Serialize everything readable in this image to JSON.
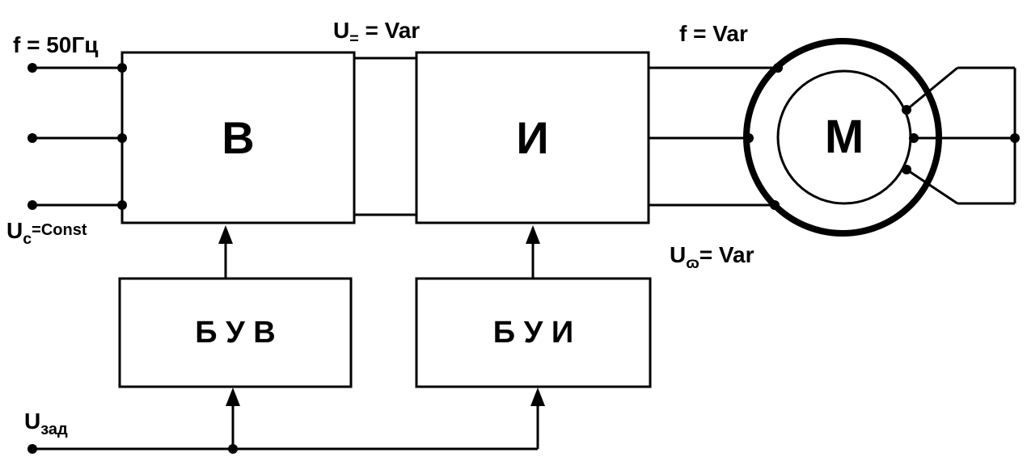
{
  "blocks": {
    "rectifier": "В",
    "inverter": "И",
    "motor": "М",
    "rectifier_control": "Б У В",
    "inverter_control": "Б У И"
  },
  "labels": {
    "supply_freq": "f = 50Гц",
    "supply_voltage_main": "U",
    "supply_voltage_sub": "c",
    "supply_voltage_value": "=Const",
    "dc_voltage_main": "U",
    "dc_voltage_sub": "=",
    "dc_voltage_value": " = Var",
    "output_freq": "f = Var",
    "output_voltage_main": "U",
    "output_voltage_sub": "ɷ",
    "output_voltage_value": "= Var",
    "setpoint_main": "U",
    "setpoint_sub": "зад"
  },
  "colors": {
    "line": "#000000",
    "background": "#ffffff"
  }
}
